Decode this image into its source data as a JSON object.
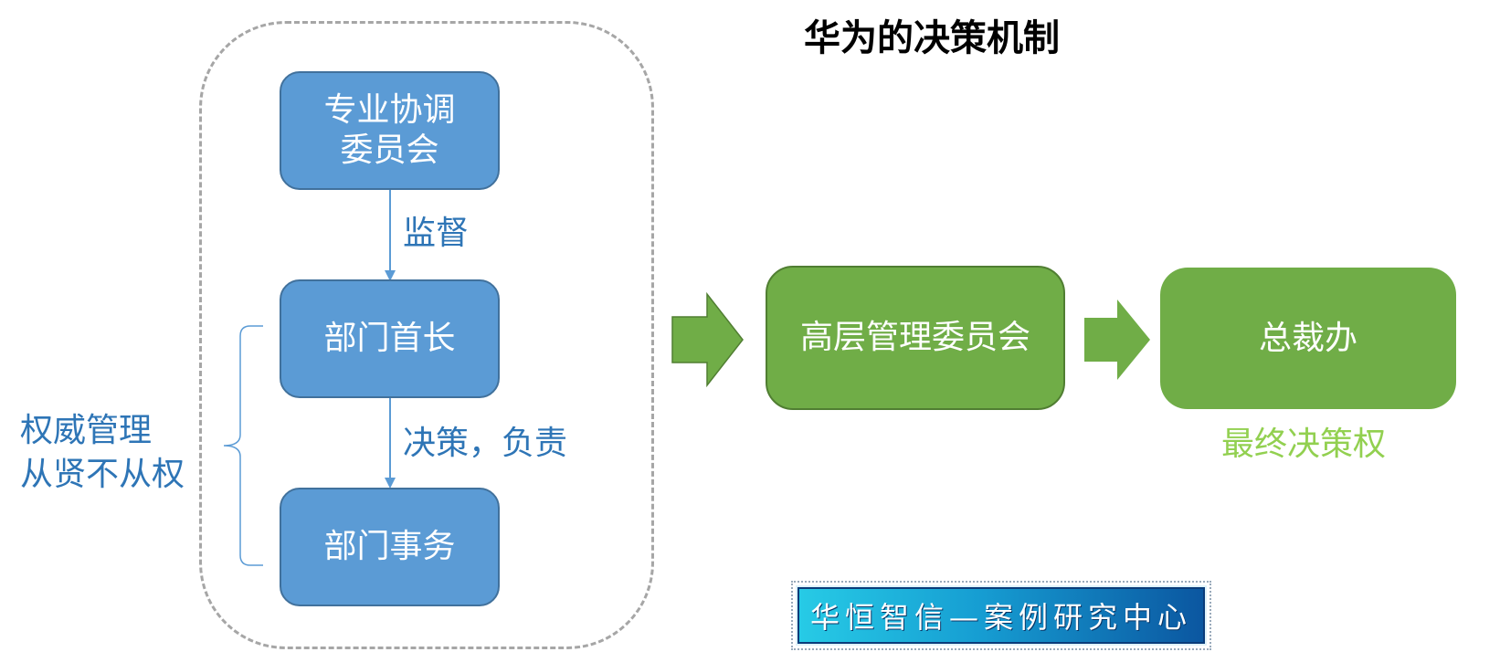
{
  "title": "华为的决策机制",
  "nodes": {
    "committee": [
      "专业协调",
      "委员会"
    ],
    "dept_head": "部门首长",
    "dept_affairs": "部门事务",
    "senior_mgmt": "高层管理委员会",
    "president_office": "总裁办"
  },
  "edge_labels": {
    "supervise": "监督",
    "decide": "决策，负责"
  },
  "side_note": [
    "权威管理",
    "从贤不从权"
  ],
  "final_label": "最终决策权",
  "stamp_text": "华恒智信—案例研究中心",
  "colors": {
    "blue_fill": "#5b9bd5",
    "blue_text": "#2e75b6",
    "green_fill": "#70ad47",
    "green_text": "#92d050",
    "dashed_border": "#a6a6a6"
  }
}
